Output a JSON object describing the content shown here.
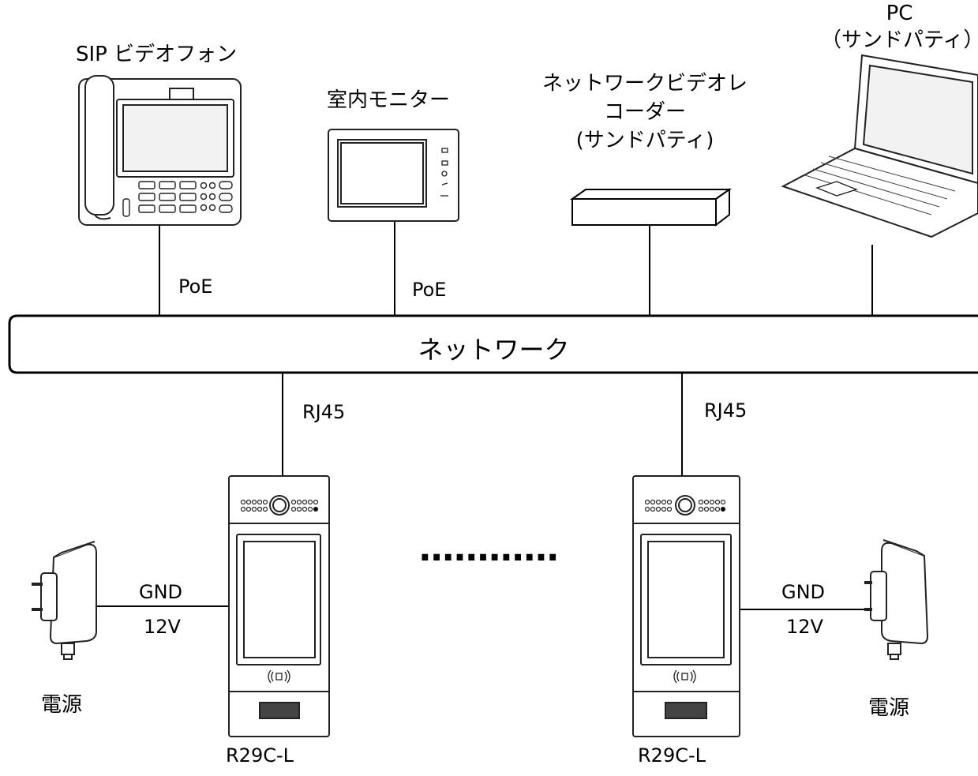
{
  "devices": {
    "sip_phone": "SIP ビデオフォン",
    "indoor_monitor": "室内モニター",
    "nvr": [
      "ネットワークビデオレ",
      "コーダー",
      "(サンドパティ)"
    ],
    "pc": [
      "PC",
      "（サンドパティ）"
    ]
  },
  "links": {
    "poe_1": "PoE",
    "poe_2": "PoE",
    "rj45_left": "RJ45",
    "rj45_right": "RJ45"
  },
  "network": "ネットワーク",
  "power_left": {
    "gnd": "GND",
    "v12": "12V",
    "label": "電源"
  },
  "power_right": {
    "gnd": "GND",
    "v12": "12V",
    "label": "電源"
  },
  "door_station_left": "R29C-L",
  "door_station_right": "R29C-L",
  "ellipsis": "............"
}
